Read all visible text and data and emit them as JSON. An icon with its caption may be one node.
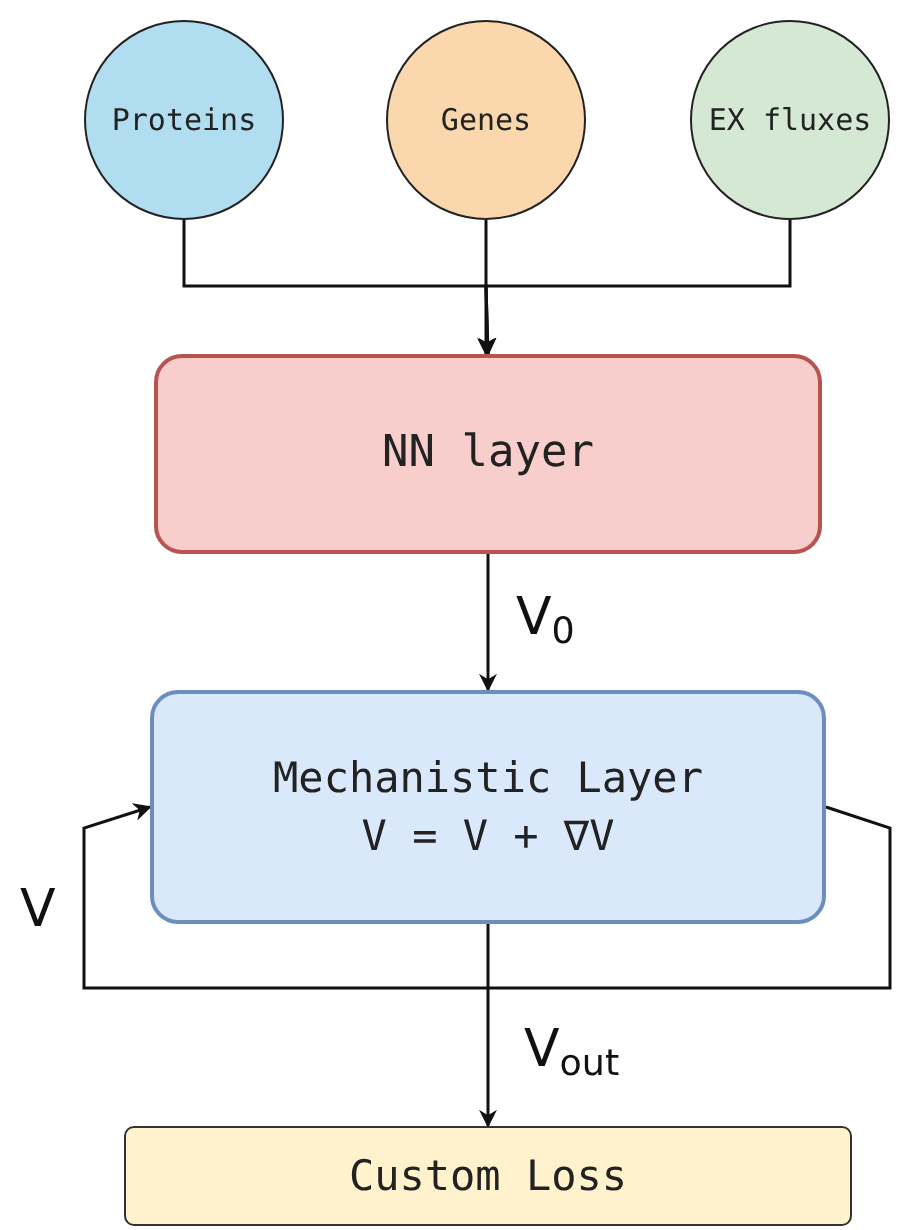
{
  "diagram": {
    "nodes": [
      {
        "text": [
          "Proteins"
        ]
      },
      {
        "text": [
          "Genes"
        ]
      },
      {
        "text": [
          "EX fluxes"
        ]
      },
      {
        "text": [
          "NN layer"
        ]
      },
      {
        "text": [
          "Mechanistic Layer",
          "V = V + ∇V"
        ]
      },
      {
        "text": [
          "Custom Loss"
        ]
      }
    ],
    "edges": [
      {
        "from": 0,
        "to": 3,
        "arrow": "to"
      },
      {
        "from": 1,
        "to": 3,
        "arrow": "to"
      },
      {
        "from": 2,
        "to": 3,
        "arrow": "to"
      },
      {
        "from": 3,
        "to": 4,
        "label": "V$_{0}$",
        "arrow": "to"
      },
      {
        "from": 4,
        "to": 4,
        "label": "V",
        "arrow": "to"
      },
      {
        "from": 4,
        "to": 5,
        "label": "V$_{out}$",
        "arrow": "to"
      }
    ]
  }
}
